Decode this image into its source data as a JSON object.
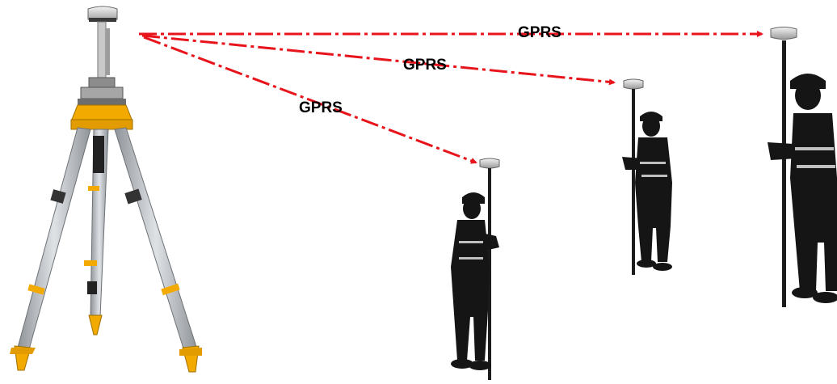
{
  "links": [
    {
      "label": "GPRS",
      "target": "rover-far"
    },
    {
      "label": "GPRS",
      "target": "rover-middle"
    },
    {
      "label": "GPRS",
      "target": "rover-near"
    }
  ],
  "colors": {
    "link_line": "#e8141b",
    "tripod_leg": "#b9bdc2",
    "tripod_accent": "#f2a900",
    "receiver_body": "#d9d9d9",
    "silhouette": "#151515"
  },
  "icons": [
    "base-station-icon",
    "surveyor-rover-icon"
  ]
}
